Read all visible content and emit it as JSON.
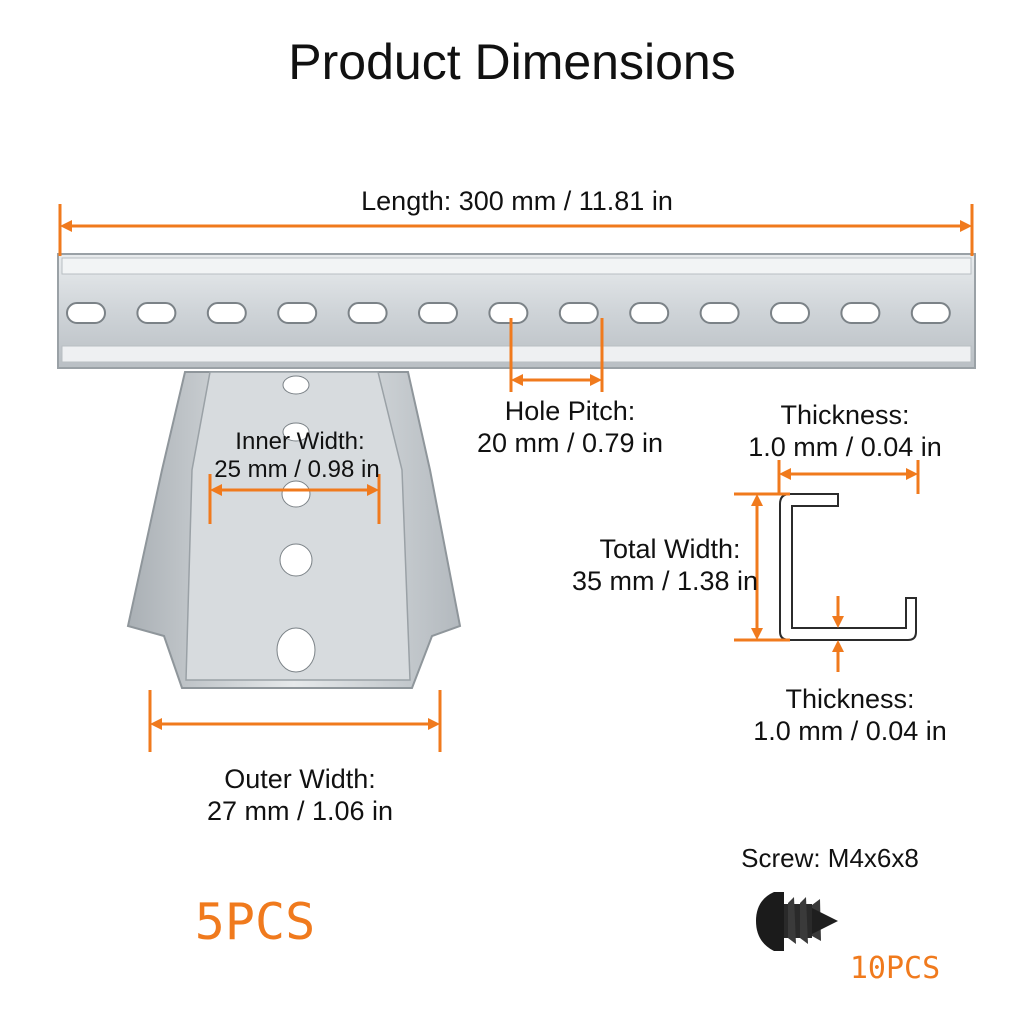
{
  "title": "Product Dimensions",
  "dimensions": {
    "length": "Length: 300 mm / 11.81 in",
    "hole_pitch_title": "Hole Pitch:",
    "hole_pitch_value": "20 mm / 0.79 in",
    "inner_width_title": "Inner Width:",
    "inner_width_value": "25 mm / 0.98 in",
    "outer_width_title": "Outer Width:",
    "outer_width_value": "27 mm / 1.06 in",
    "total_width_title": "Total Width:",
    "total_width_value": "35 mm / 1.38 in",
    "thickness_top_title": "Thickness:",
    "thickness_top_value": "1.0 mm / 0.04 in",
    "thickness_bottom_title": "Thickness:",
    "thickness_bottom_value": "1.0 mm / 0.04 in"
  },
  "quantities": {
    "rails": "5PCS",
    "screw_label": "Screw: M4x6x8",
    "screws": "10PCS"
  },
  "colors": {
    "accent": "#f07a1d",
    "metal": "#c8cdd1",
    "text": "#111111"
  }
}
